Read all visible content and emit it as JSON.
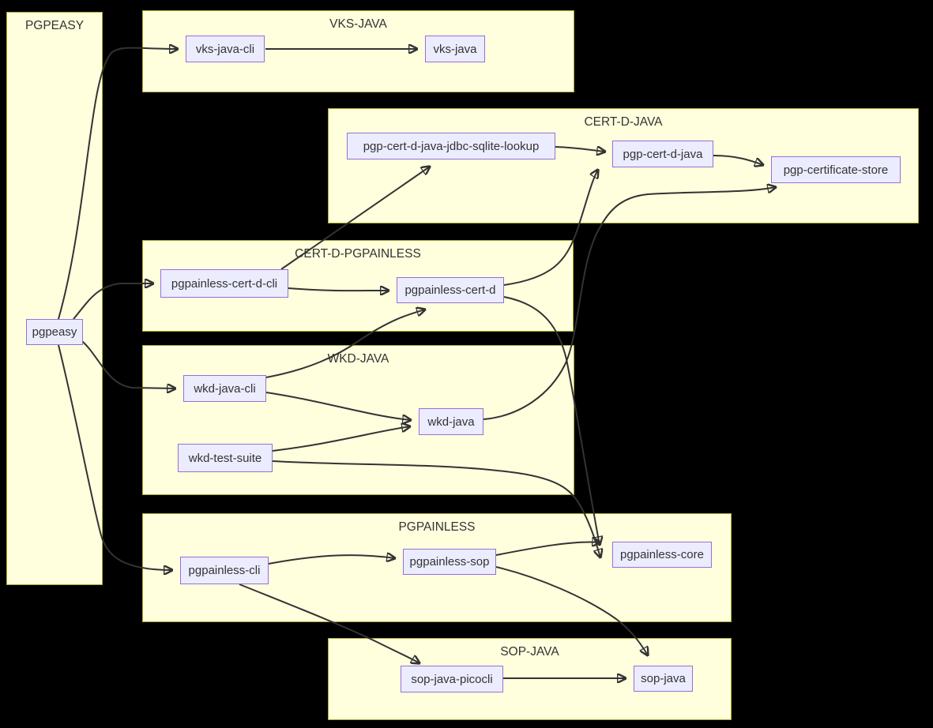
{
  "diagram": {
    "type": "dependency-graph",
    "background": "#000000",
    "colors": {
      "cluster_fill": "#ffffde",
      "cluster_border": "#aaaa33",
      "node_fill": "#ececff",
      "node_border": "#9370db",
      "edge": "#333333",
      "text": "#333333"
    },
    "clusters": [
      {
        "id": "pgpeasy-cluster",
        "label": "PGPEASY"
      },
      {
        "id": "vks-java-cluster",
        "label": "VKS-JAVA"
      },
      {
        "id": "cert-d-java-cluster",
        "label": "CERT-D-JAVA"
      },
      {
        "id": "cert-d-pgpainless-cluster",
        "label": "CERT-D-PGPAINLESS"
      },
      {
        "id": "wkd-java-cluster",
        "label": "WKD-JAVA"
      },
      {
        "id": "pgpainless-cluster",
        "label": "PGPAINLESS"
      },
      {
        "id": "sop-java-cluster",
        "label": "SOP-JAVA"
      }
    ],
    "nodes": [
      {
        "id": "pgpeasy",
        "label": "pgpeasy"
      },
      {
        "id": "vks-java-cli",
        "label": "vks-java-cli"
      },
      {
        "id": "vks-java",
        "label": "vks-java"
      },
      {
        "id": "pgp-cert-d-java-jdbc-sqlite-lookup",
        "label": "pgp-cert-d-java-jdbc-sqlite-lookup"
      },
      {
        "id": "pgp-cert-d-java",
        "label": "pgp-cert-d-java"
      },
      {
        "id": "pgp-certificate-store",
        "label": "pgp-certificate-store"
      },
      {
        "id": "pgpainless-cert-d-cli",
        "label": "pgpainless-cert-d-cli"
      },
      {
        "id": "pgpainless-cert-d",
        "label": "pgpainless-cert-d"
      },
      {
        "id": "wkd-java-cli",
        "label": "wkd-java-cli"
      },
      {
        "id": "wkd-java",
        "label": "wkd-java"
      },
      {
        "id": "wkd-test-suite",
        "label": "wkd-test-suite"
      },
      {
        "id": "pgpainless-cli",
        "label": "pgpainless-cli"
      },
      {
        "id": "pgpainless-sop",
        "label": "pgpainless-sop"
      },
      {
        "id": "pgpainless-core",
        "label": "pgpainless-core"
      },
      {
        "id": "sop-java-picocli",
        "label": "sop-java-picocli"
      },
      {
        "id": "sop-java",
        "label": "sop-java"
      }
    ],
    "edges": [
      {
        "from": "pgpeasy",
        "to": "vks-java-cli"
      },
      {
        "from": "pgpeasy",
        "to": "pgpainless-cert-d-cli"
      },
      {
        "from": "pgpeasy",
        "to": "wkd-java-cli"
      },
      {
        "from": "pgpeasy",
        "to": "pgpainless-cli"
      },
      {
        "from": "vks-java-cli",
        "to": "vks-java"
      },
      {
        "from": "pgp-cert-d-java-jdbc-sqlite-lookup",
        "to": "pgp-cert-d-java"
      },
      {
        "from": "pgp-cert-d-java",
        "to": "pgp-certificate-store"
      },
      {
        "from": "pgpainless-cert-d-cli",
        "to": "pgp-cert-d-java-jdbc-sqlite-lookup"
      },
      {
        "from": "pgpainless-cert-d-cli",
        "to": "pgpainless-cert-d"
      },
      {
        "from": "pgpainless-cert-d",
        "to": "pgp-cert-d-java"
      },
      {
        "from": "pgpainless-cert-d",
        "to": "pgpainless-core"
      },
      {
        "from": "wkd-java-cli",
        "to": "pgpainless-cert-d"
      },
      {
        "from": "wkd-java-cli",
        "to": "wkd-java"
      },
      {
        "from": "wkd-test-suite",
        "to": "wkd-java"
      },
      {
        "from": "wkd-test-suite",
        "to": "pgpainless-core"
      },
      {
        "from": "wkd-java",
        "to": "pgp-certificate-store"
      },
      {
        "from": "pgpainless-cli",
        "to": "pgpainless-sop"
      },
      {
        "from": "pgpainless-cli",
        "to": "sop-java-picocli"
      },
      {
        "from": "pgpainless-sop",
        "to": "pgpainless-core"
      },
      {
        "from": "pgpainless-sop",
        "to": "sop-java"
      },
      {
        "from": "sop-java-picocli",
        "to": "sop-java"
      }
    ]
  }
}
